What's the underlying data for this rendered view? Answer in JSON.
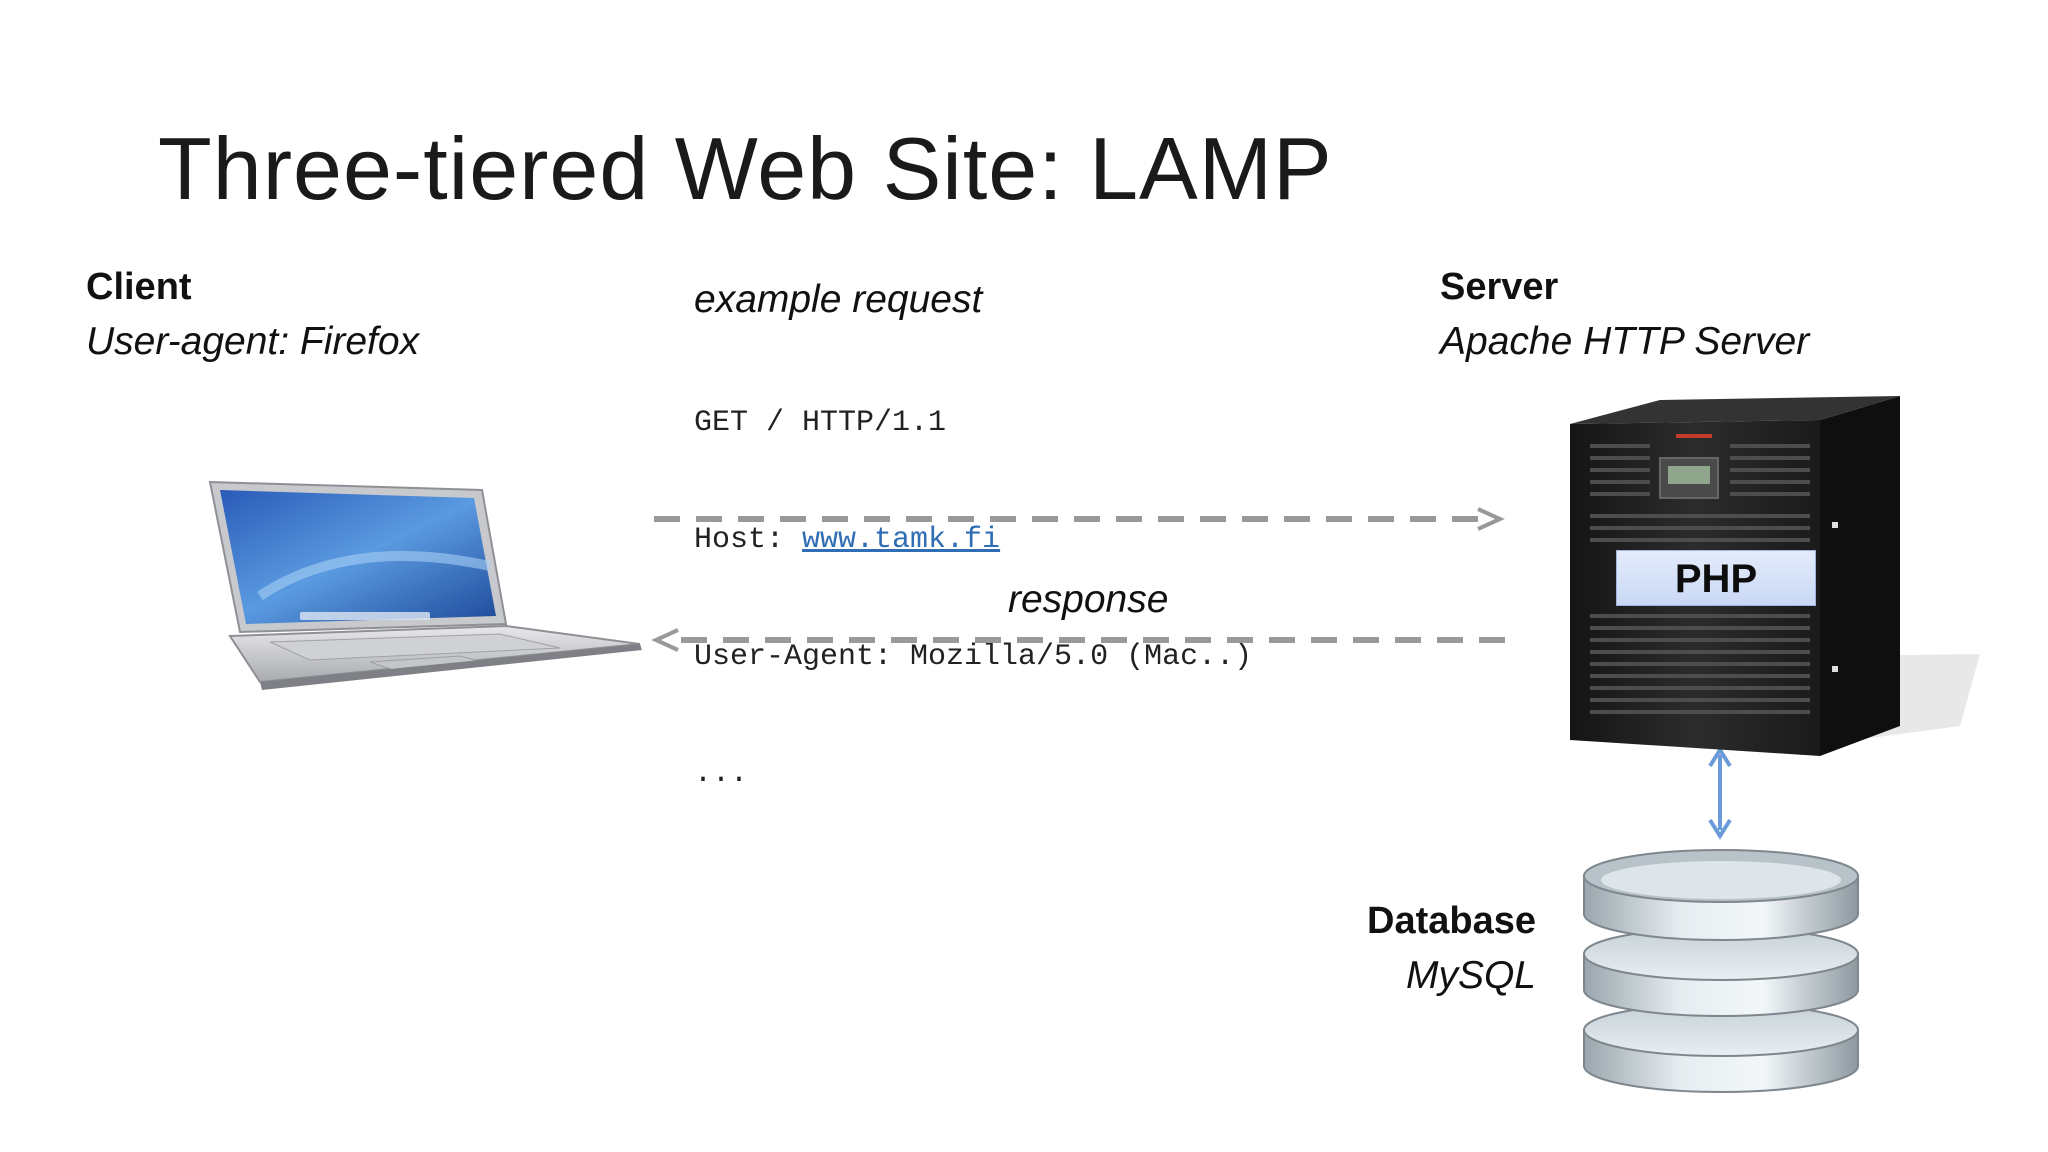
{
  "title": "Three-tiered Web Site: LAMP",
  "client": {
    "heading": "Client",
    "subtitle": "User-agent: Firefox"
  },
  "server": {
    "heading": "Server",
    "subtitle": "Apache HTTP Server",
    "module_label": "PHP"
  },
  "database": {
    "heading": "Database",
    "subtitle": "MySQL"
  },
  "request": {
    "heading": "example request",
    "line1": "GET / HTTP/1.1",
    "line2_prefix": "Host: ",
    "line2_link": "www.tamk.fi",
    "line3": "User-Agent: Mozilla/5.0 (Mac..)",
    "line4": "..."
  },
  "response": {
    "label": "response"
  },
  "colors": {
    "dashed_arrow": "#999999",
    "db_arrow": "#6a9bd8",
    "link": "#2f6db4",
    "php_badge": "#d6e2f8"
  },
  "icons": {
    "client": "laptop-icon",
    "server": "server-tower-icon",
    "database": "database-stack-icon"
  }
}
